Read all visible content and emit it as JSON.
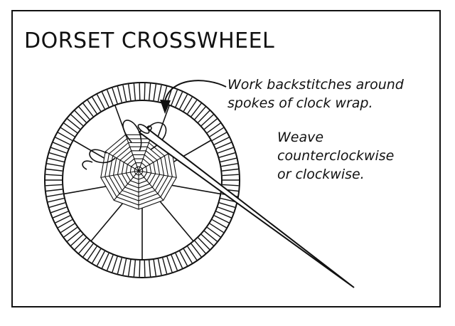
{
  "title": "DORSET CROSSWHEEL",
  "note_backstitch": {
    "line1": "Work backstitches around",
    "line2": "spokes of clock wrap."
  },
  "note_weave": {
    "line1": "Weave",
    "line2": "counterclockwise",
    "line3": "or clockwise."
  },
  "colors": {
    "ink": "#111111",
    "background": "#ffffff"
  }
}
